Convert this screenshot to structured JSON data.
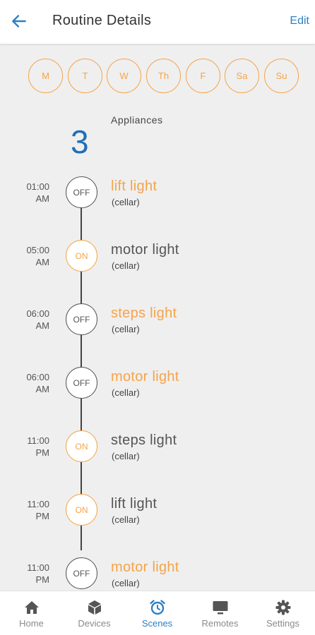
{
  "header": {
    "title": "Routine Details",
    "edit_label": "Edit"
  },
  "days": [
    "M",
    "T",
    "W",
    "Th",
    "F",
    "Sa",
    "Su"
  ],
  "appliances": {
    "label": "Appliances",
    "count": "3"
  },
  "routines": [
    {
      "time1": "01:00",
      "time2": "AM",
      "state": "OFF",
      "name": "lift light",
      "location": "(cellar)",
      "highlight": true
    },
    {
      "time1": "05:00",
      "time2": "AM",
      "state": "ON",
      "name": "motor light",
      "location": "(cellar)",
      "highlight": false
    },
    {
      "time1": "06:00",
      "time2": "AM",
      "state": "OFF",
      "name": "steps light",
      "location": "(cellar)",
      "highlight": true
    },
    {
      "time1": "06:00",
      "time2": "AM",
      "state": "OFF",
      "name": "motor light",
      "location": "(cellar)",
      "highlight": true
    },
    {
      "time1": "11:00",
      "time2": "PM",
      "state": "ON",
      "name": "steps light",
      "location": "(cellar)",
      "highlight": false
    },
    {
      "time1": "11:00",
      "time2": "PM",
      "state": "ON",
      "name": "lift light",
      "location": "(cellar)",
      "highlight": false
    },
    {
      "time1": "11:00",
      "time2": "PM",
      "state": "OFF",
      "name": "motor light",
      "location": "(cellar)",
      "highlight": true
    }
  ],
  "tabs": [
    {
      "label": "Home",
      "icon": "home-icon",
      "active": false
    },
    {
      "label": "Devices",
      "icon": "cube-icon",
      "active": false
    },
    {
      "label": "Scenes",
      "icon": "alarm-clock-icon",
      "active": true
    },
    {
      "label": "Remotes",
      "icon": "monitor-icon",
      "active": false
    },
    {
      "label": "Settings",
      "icon": "gear-icon",
      "active": false
    }
  ],
  "colors": {
    "accent_orange": "#f5a44a",
    "accent_blue": "#1e6fb7",
    "active_tab": "#2f7fc1"
  }
}
